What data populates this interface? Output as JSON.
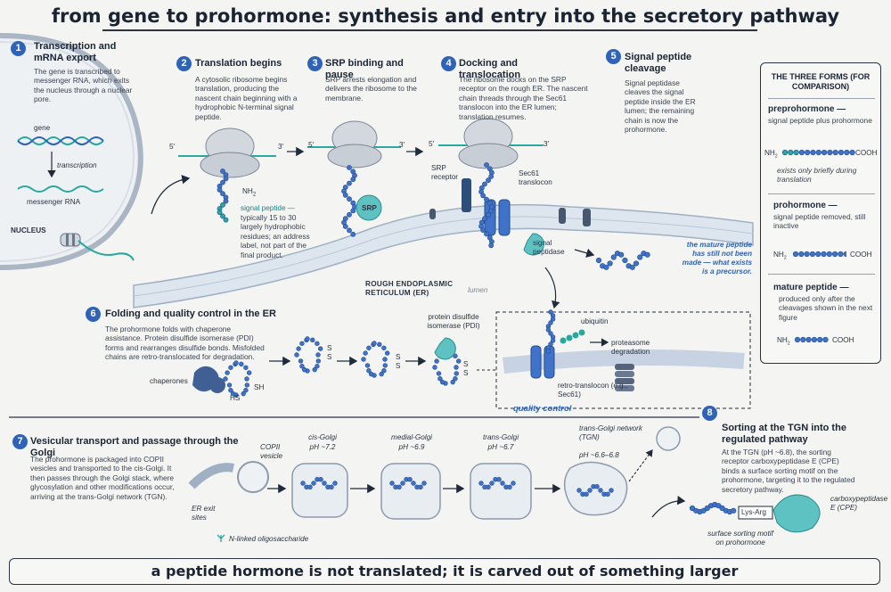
{
  "title": "from gene to prohormone: synthesis and entry into the secretory pathway",
  "steps": [
    {
      "num": "1",
      "heading": "Transcription and mRNA export",
      "text": "The gene is transcribed to messenger RNA, which exits the nucleus through a nuclear pore."
    },
    {
      "num": "2",
      "heading": "Translation begins",
      "text": "A cytosolic ribosome begins translation, producing the nascent chain beginning with a hydrophobic N-terminal signal peptide."
    },
    {
      "num": "3",
      "heading": "SRP binding and pause",
      "text": "SRP arrests elongation and delivers the ribosome to the membrane."
    },
    {
      "num": "4",
      "heading": "Docking and translocation",
      "text": "The ribosome docks on the SRP receptor on the rough ER. The nascent chain threads through the Sec61 translocon into the ER lumen; translation resumes."
    },
    {
      "num": "5",
      "heading": "Signal peptide cleavage",
      "text": "Signal peptidase cleaves the signal peptide inside the ER lumen; the remaining chain is now the prohormone."
    },
    {
      "num": "6",
      "heading": "Folding and quality control in the ER",
      "text": "The prohormone folds with chaperone assistance. Protein disulfide isomerase (PDI) forms and rearranges disulfide bonds. Misfolded chains are retro-translocated for degradation."
    },
    {
      "num": "7",
      "heading": "Vesicular transport and passage through the Golgi",
      "text": "The prohormone is packaged into COPII vesicles and transported to the cis-Golgi. It then passes through the Golgi stack, where glycosylation and other modifications occur, arriving at the trans-Golgi network (TGN)."
    },
    {
      "num": "8",
      "heading": "Sorting at the TGN into the regulated pathway",
      "text": "At the TGN (pH ~6.8), the sorting receptor carboxypeptidase E (CPE) binds a surface sorting motif on the prohormone, targeting it to the regulated secretory pathway."
    }
  ],
  "labels": {
    "gene": "gene",
    "transcription": "transcription",
    "mrna": "messenger RNA",
    "nucleus": "NUCLEUS",
    "five_prime": "5′",
    "three_prime": "3′",
    "nh2": "NH",
    "nh2_sub": "2",
    "signal_peptide": "signal peptide —",
    "signal_peptide_desc": "typically 15 to 30 largely hydrophobic residues; an address label, not part of the final product.",
    "srp": "SRP",
    "srp_receptor": "SRP receptor",
    "sec61": "Sec61 translocon",
    "signal_peptidase": "signal peptidase",
    "rough_er": "ROUGH ENDOPLASMIC RETICULUM (ER)",
    "lumen": "lumen",
    "mature_note": "the mature peptide has still not been made — what exists is a precursor.",
    "pdi": "protein disulfide isomerase (PDI)",
    "chaperones": "chaperones",
    "sh": "SH",
    "hs": "HS",
    "s": "S",
    "ubiquitin": "ubiquitin",
    "proteasome": "proteasome degradation",
    "retro": "retro-translocon (e.g., Sec61)",
    "quality_control": "quality control",
    "copii": "COPII vesicle",
    "er_exit": "ER exit sites",
    "cis": "cis-Golgi",
    "cis_ph": "pH ~7.2",
    "medial": "medial-Golgi",
    "medial_ph": "pH ~6.9",
    "trans": "trans-Golgi",
    "trans_ph": "pH ~6.7",
    "tgn": "trans-Golgi network (TGN)",
    "tgn_ph": "pH ~6.6–6.8",
    "oligo": "N-linked oligosaccharide",
    "lys_arg": "Lys-Arg",
    "cpe": "carboxypeptidase E (CPE)",
    "sorting_motif": "surface sorting motif on prohormone"
  },
  "panel": {
    "title": "THE THREE FORMS (FOR COMPARISON)",
    "forms": [
      {
        "name": "preprohormone —",
        "desc": "signal peptide plus prohormone",
        "note": "exists only briefly during translation",
        "n_term": "NH",
        "c_term": "COOH"
      },
      {
        "name": "prohormone —",
        "desc": "signal peptide removed, still inactive",
        "note": "",
        "n_term": "NH",
        "c_term": "COOH"
      },
      {
        "name": "mature peptide —",
        "desc": "produced only after the cleavages shown in the next figure",
        "note": "",
        "n_term": "NH",
        "c_term": "COOH"
      }
    ]
  },
  "footer": "a peptide hormone is not translated; it is carved out of something larger",
  "colors": {
    "accent": "#2f63b8",
    "bead": "#3f72c9",
    "signal": "#2aa8a0",
    "ribosome": "#d3d8de",
    "membrane": "#c7d3e2"
  }
}
